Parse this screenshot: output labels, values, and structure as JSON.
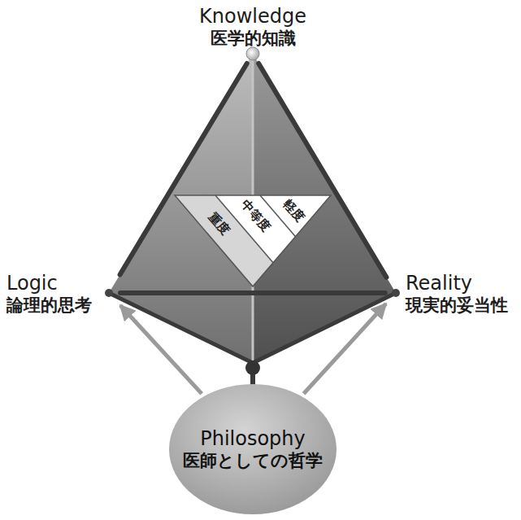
{
  "diagram": {
    "nodes": [
      {
        "text": [
          "Knowledge",
          "医学的知識"
        ]
      },
      {
        "text": [
          "重度"
        ]
      },
      {
        "text": [
          "中等度"
        ]
      },
      {
        "text": [
          "軽度"
        ]
      },
      {
        "text": [
          "Logic",
          "論理的思考"
        ]
      },
      {
        "text": [
          "Reality",
          "現実的妥当性"
        ]
      },
      {
        "text": [
          "Philosophy",
          "医師としての哲学"
        ]
      }
    ],
    "edges": [
      {
        "from": 0,
        "to": 4,
        "arrow": "none"
      },
      {
        "from": 0,
        "to": 5,
        "arrow": "none"
      },
      {
        "from": 4,
        "to": 5,
        "arrow": "none"
      },
      {
        "from": 6,
        "to": 4,
        "arrow": "to"
      },
      {
        "from": 6,
        "to": 5,
        "arrow": "to"
      }
    ]
  }
}
